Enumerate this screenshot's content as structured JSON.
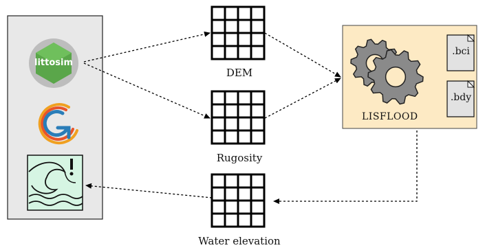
{
  "colors": {
    "panel_fill": "#e8e8e8",
    "lisflood_fill": "#fdeac4",
    "grid_stroke": "#000000",
    "littosim_green": "#5aa64a",
    "wave_fill": "#d6f5e3",
    "gear_fill": "#8a8a8a",
    "file_fill": "#e2e2e2"
  },
  "left_panel": {
    "logos": [
      {
        "name": "littosim-logo",
        "text": "littosim"
      },
      {
        "name": "gama-logo",
        "text": ""
      },
      {
        "name": "flood-warning-icon",
        "text": ""
      }
    ]
  },
  "grids": {
    "dem_label": "DEM",
    "rugosity_label": "Rugosity",
    "water_label": "Water elevation"
  },
  "lisflood": {
    "label": "LISFLOOD",
    "files": [
      ".bci",
      ".bdy"
    ]
  }
}
